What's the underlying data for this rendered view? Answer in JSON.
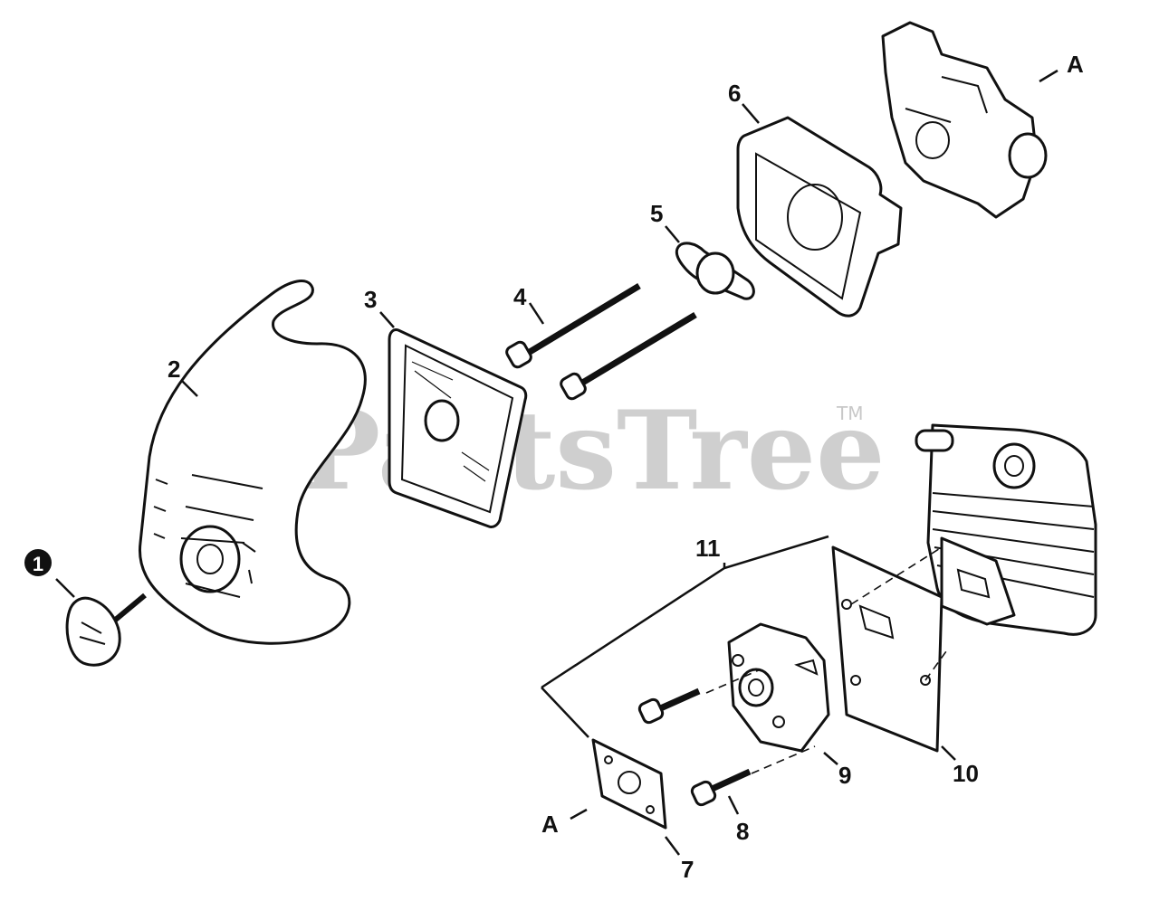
{
  "watermark": {
    "text": "PartsTree",
    "trademark": "TM"
  },
  "callouts": {
    "c1": "1",
    "c2": "2",
    "c3": "3",
    "c4": "4",
    "c5": "5",
    "c6": "6",
    "c7": "7",
    "c8": "8",
    "c9": "9",
    "c10": "10",
    "c11": "11",
    "ref_a_top": "A",
    "ref_a_bottom": "A"
  }
}
